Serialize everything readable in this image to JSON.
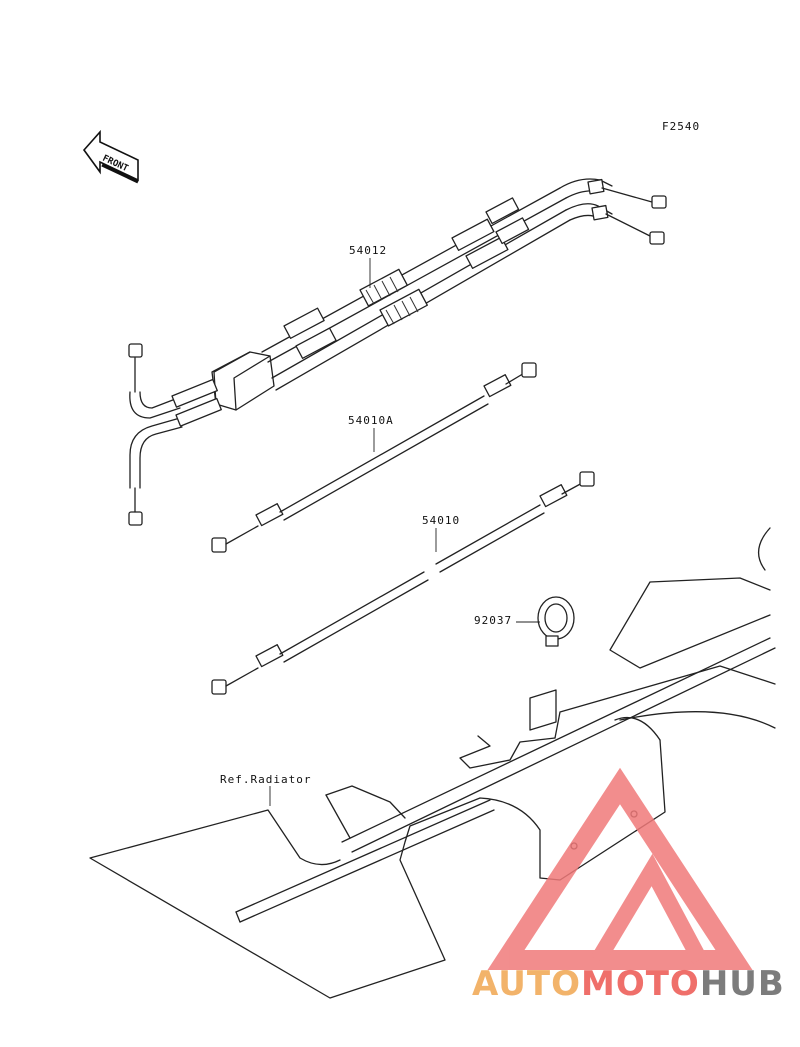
{
  "diagram": {
    "figure_code": "F2540",
    "front_label": "FRONT",
    "callouts": [
      {
        "id": "throttle-cable",
        "label": "54012"
      },
      {
        "id": "choke-cable-a",
        "label": "54010A"
      },
      {
        "id": "choke-cable",
        "label": "54010"
      },
      {
        "id": "clamp",
        "label": "92037"
      },
      {
        "id": "radiator-ref",
        "label": "Ref.Radiator"
      }
    ]
  },
  "watermark": {
    "part1": "AUTO",
    "part2": "MOTO",
    "part3": "HUB",
    "colors": {
      "auto": "#f2b36a",
      "moto": "#ef6f6a",
      "hub": "#7c7c7c",
      "triangle": "#f07a7a"
    }
  }
}
